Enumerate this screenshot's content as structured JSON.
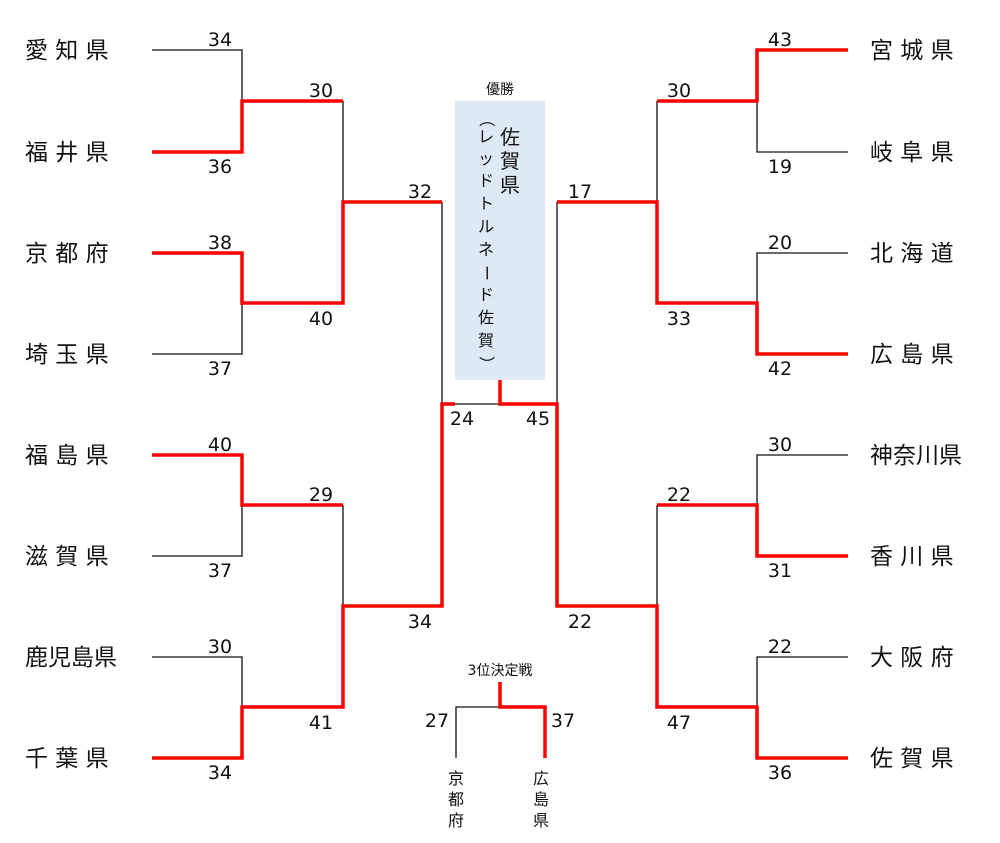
{
  "left_teams": [
    "愛 知 県",
    "福 井 県",
    "京 都 府",
    "埼 玉 県",
    "福 島 県",
    "滋 賀 県",
    "鹿児島県",
    "千 葉 県"
  ],
  "right_teams": [
    "宮 城 県",
    "岐 阜 県",
    "北 海 道",
    "広 島 県",
    "神奈川県",
    "香 川 県",
    "大 阪 府",
    "佐 賀 県"
  ],
  "left_scores": {
    "r1": [
      "34",
      "36",
      "38",
      "37",
      "40",
      "37",
      "30",
      "34"
    ],
    "r2": [
      "30",
      "40",
      "29",
      "41"
    ],
    "r3": [
      "32",
      "34"
    ],
    "final": "24"
  },
  "right_scores": {
    "r1": [
      "43",
      "19",
      "20",
      "42",
      "30",
      "31",
      "22",
      "36"
    ],
    "r2": [
      "30",
      "33",
      "22",
      "47"
    ],
    "r3": [
      "17",
      "22"
    ],
    "final": "45"
  },
  "champion": {
    "label": "優勝",
    "name": [
      "佐",
      "賀",
      "県"
    ],
    "team_name": [
      "（",
      "レ",
      "ッ",
      "ド",
      "ト",
      "ル",
      "ネ",
      "ー",
      "ド",
      "佐",
      "賀",
      "）"
    ]
  },
  "third_place": {
    "label": "3位決定戦",
    "left_score": "27",
    "right_score": "37",
    "left_team": [
      "京",
      "都",
      "府"
    ],
    "right_team": [
      "広",
      "島",
      "県"
    ]
  },
  "colors": {
    "winner_line": "#ff0000",
    "champion_box": "#dde9f5"
  }
}
